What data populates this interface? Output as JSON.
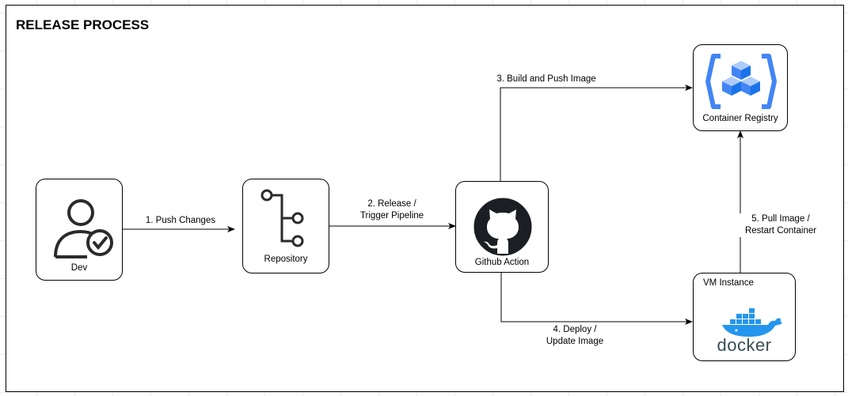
{
  "title": "RELEASE PROCESS",
  "nodes": {
    "dev": {
      "label": "Dev",
      "icon": "user-check-icon"
    },
    "repository": {
      "label": "Repository",
      "icon": "git-branch-icon"
    },
    "github_action": {
      "label": "Github Action",
      "icon": "github-octocat-icon"
    },
    "container_registry": {
      "label": "Container Registry",
      "icon": "container-registry-icon",
      "color": "#4285F4"
    },
    "vm_instance": {
      "label": "VM Instance",
      "icon": "docker-icon",
      "docker_text": "docker",
      "color": "#2496ED"
    }
  },
  "edges": {
    "e1": {
      "line1": "1. Push Changes"
    },
    "e2": {
      "line1": "2. Release /",
      "line2": "Trigger Pipeline"
    },
    "e3": {
      "line1": "3. Build and Push Image"
    },
    "e4": {
      "line1": "4. Deploy /",
      "line2": "Update Image"
    },
    "e5": {
      "line1": "5. Pull Image /",
      "line2": "Restart Container"
    }
  }
}
